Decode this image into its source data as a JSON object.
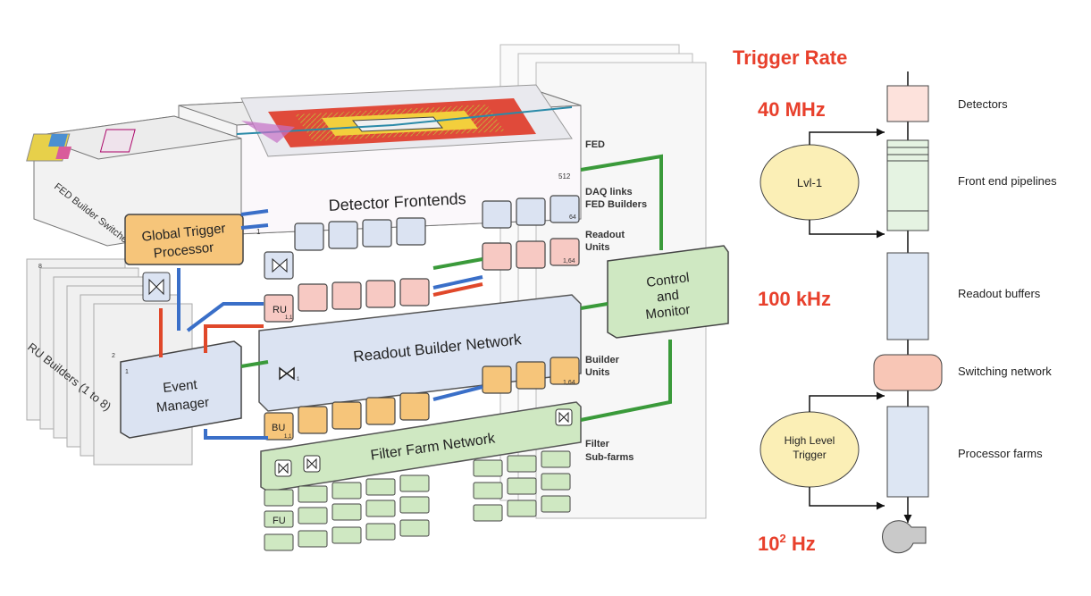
{
  "left": {
    "detector_frontends": "Detector Frontends",
    "global_trigger": [
      "Global Trigger",
      "Processor"
    ],
    "fed_builder_switches": "FED Builder Switches",
    "ru_builders": "RU Builders (1 to 8)",
    "event_manager": [
      "Event",
      "Manager"
    ],
    "readout_builder_network": "Readout Builder Network",
    "control_monitor": [
      "Control",
      "and",
      "Monitor"
    ],
    "filter_farm_network": "Filter Farm Network",
    "side": {
      "fed": "FED",
      "daq_links": "DAQ links",
      "fed_builders": "FED Builders",
      "readout_units": [
        "Readout",
        "Units"
      ],
      "builder_units": [
        "Builder",
        "Units"
      ],
      "filter_subfarms": [
        "Filter",
        "Sub-farms"
      ]
    },
    "small": {
      "ru": "RU",
      "ru_sub": "1,1",
      "bu": "BU",
      "bu_sub": "1,1",
      "fu": "FU",
      "n512": "512",
      "n64": "64",
      "n164a": "1,64",
      "n164b": "1,64",
      "one_a": "1",
      "one_b": "1",
      "one_c": "1",
      "one_d": "1",
      "two": "2",
      "eight": "8"
    }
  },
  "right": {
    "title": "Trigger Rate",
    "rates": {
      "r1": "40 MHz",
      "r2": "100 kHz",
      "r3_base": "10",
      "r3_exp": "2",
      "r3_unit": " Hz"
    },
    "stages": {
      "detectors": "Detectors",
      "front_end": "Front  end pipelines",
      "readout": "Readout buffers",
      "switching": "Switching network",
      "processor": "Processor farms"
    },
    "lvl1": "Lvl-1",
    "hlt": [
      "High Level",
      "Trigger"
    ]
  },
  "colors": {
    "rate_red": "#e8402c",
    "trigger_orange": "#f6c57a",
    "network_blue": "#dbe3f2",
    "farm_green": "#cfe8c2",
    "ru_pink": "#f7c9c3",
    "bu_orange": "#f6c57a",
    "arrow_red": "#e0482a",
    "arrow_blue": "#3a6fc8",
    "arrow_green": "#3a9a3a",
    "oval_yellow": "#fbefb6"
  }
}
